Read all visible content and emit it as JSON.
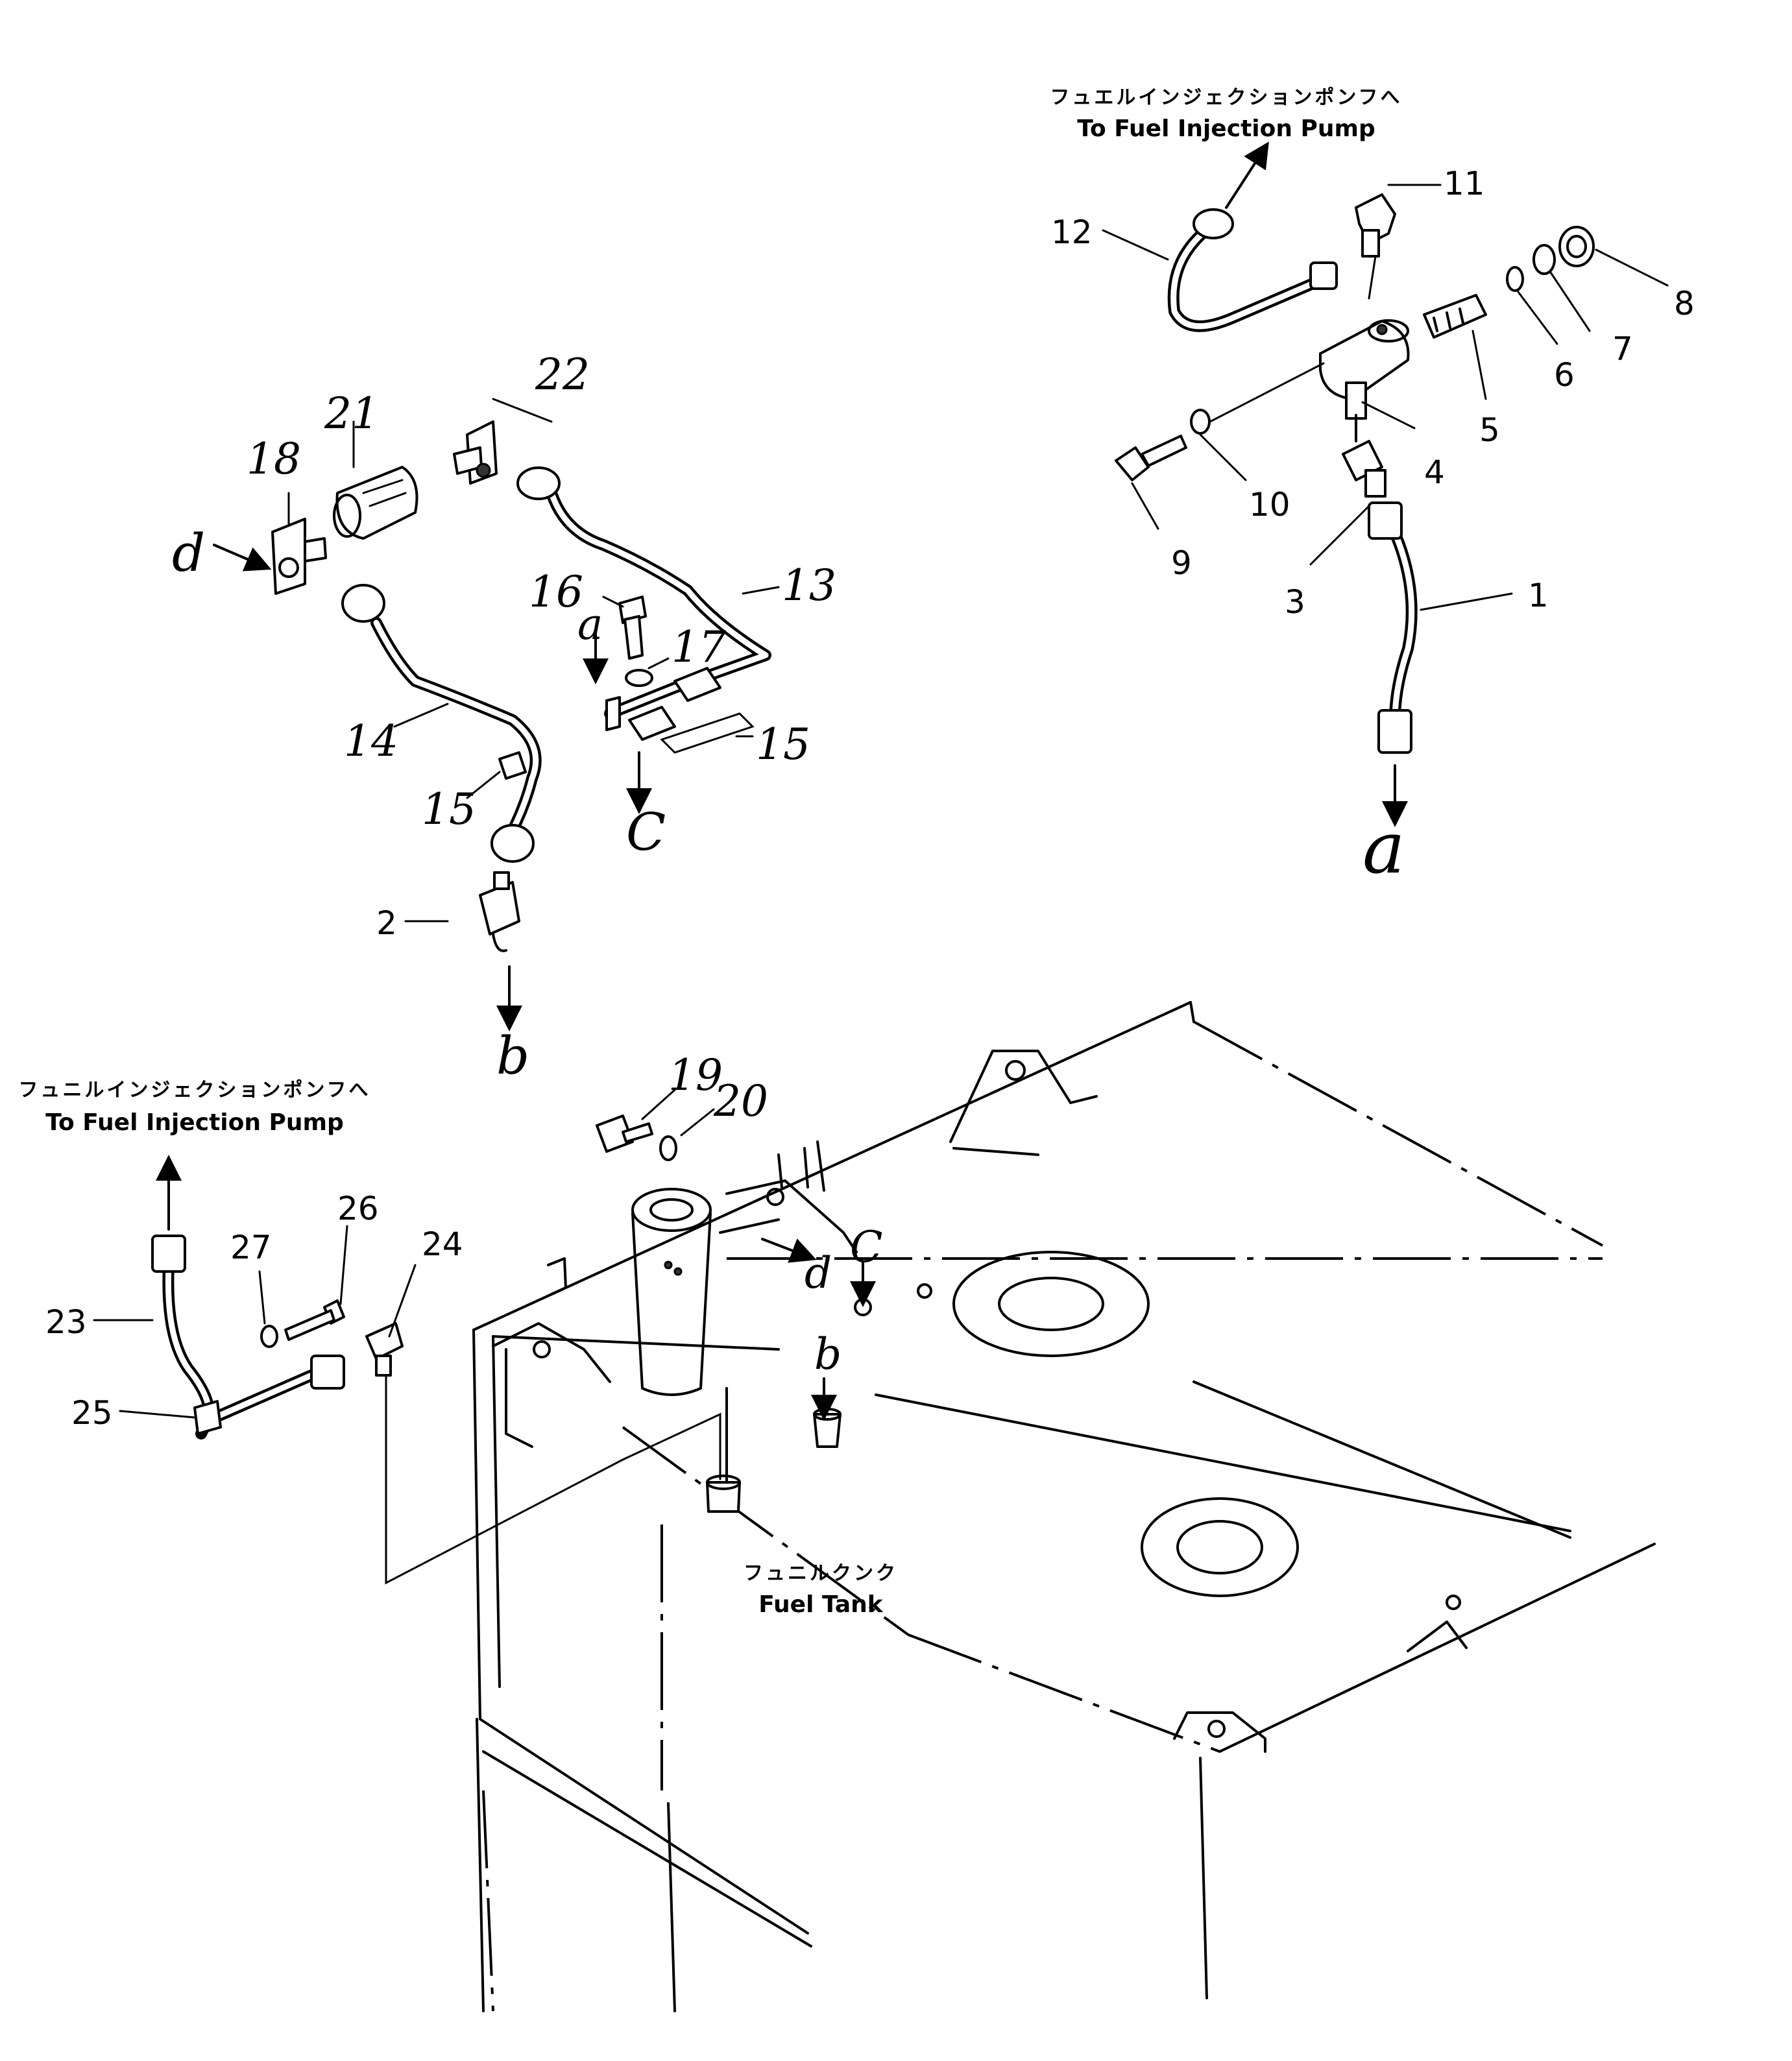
{
  "captions": {
    "top_jp": "フュエルインジェクションポンフへ",
    "top_en": "To Fuel Injection Pump",
    "left_jp": "フュニルインジェクションポンフへ",
    "left_en": "To Fuel Injection Pump",
    "tank_jp": "フュニルクンク",
    "tank_en": "Fuel Tank"
  },
  "part_numbers": {
    "p1": "1",
    "p2": "2",
    "p3": "3",
    "p4": "4",
    "p5": "5",
    "p6": "6",
    "p7": "7",
    "p8": "8",
    "p9": "9",
    "p10": "10",
    "p11": "11",
    "p12": "12",
    "p13": "13",
    "p14": "14",
    "p15a": "15",
    "p15b": "15",
    "p16": "16",
    "p17": "17",
    "p18": "18",
    "p19": "19",
    "p20": "20",
    "p21": "21",
    "p22": "22",
    "p23": "23",
    "p24": "24",
    "p25": "25",
    "p26": "26",
    "p27": "27"
  },
  "connection_letters": {
    "a_end": "a",
    "a_start": "a",
    "b_end": "b",
    "b_start": "b",
    "c_end": "C",
    "c_start": "C",
    "d_end": "d",
    "d_start": "d"
  }
}
